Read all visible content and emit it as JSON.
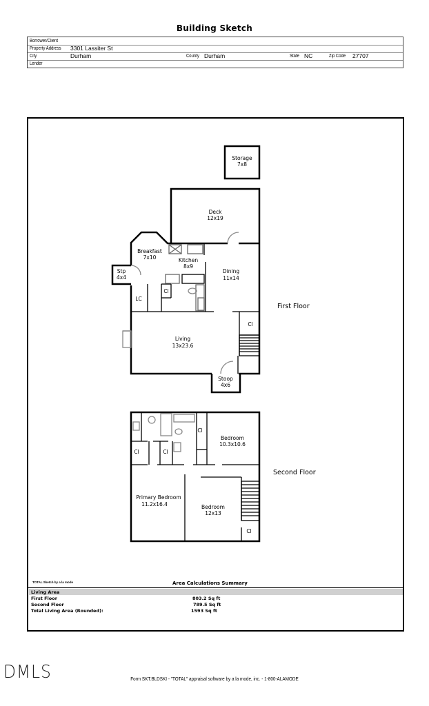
{
  "title": "Building Sketch",
  "header": {
    "borrower_label": "Borrower/Client",
    "borrower_value": "",
    "address_label": "Property Address",
    "address_value": "3301 Lassiter St",
    "city_label": "City",
    "city_value": "Durham",
    "county_label": "County",
    "county_value": "Durham",
    "state_label": "State",
    "state_value": "NC",
    "zip_label": "Zip Code",
    "zip_value": "27707",
    "lender_label": "Lender",
    "lender_value": ""
  },
  "floors": {
    "first_label": "First Floor",
    "second_label": "Second Floor"
  },
  "rooms": {
    "storage": {
      "name": "Storage",
      "size": "7x8"
    },
    "deck": {
      "name": "Deck",
      "size": "12x19"
    },
    "breakfast": {
      "name": "Breakfast",
      "size": "7x10"
    },
    "kitchen": {
      "name": "Kitchen",
      "size": "8x9"
    },
    "dining": {
      "name": "Dining",
      "size": "11x14"
    },
    "stp": {
      "name": "Stp",
      "size": "4x4"
    },
    "lc": {
      "name": "LC"
    },
    "cl_kitchen": {
      "name": "Cl"
    },
    "cl_stair1": {
      "name": "Cl"
    },
    "living": {
      "name": "Living",
      "size": "13x23.6"
    },
    "stoop": {
      "name": "Stoop",
      "size": "4x6"
    },
    "cl_up1": {
      "name": "Cl"
    },
    "cl_up2": {
      "name": "Cl"
    },
    "cl_up3": {
      "name": "Cl"
    },
    "bedroom1": {
      "name": "Bedroom",
      "size": "10.3x10.6"
    },
    "primary": {
      "name": "Primary Bedroom",
      "size": "11.2x16.4"
    },
    "bedroom2": {
      "name": "Bedroom",
      "size": "12x13"
    },
    "cl_up4": {
      "name": "Cl"
    }
  },
  "summary": {
    "software_note": "TOTAL Sketch by a la mode",
    "title": "Area Calculations Summary",
    "section": "Living Area",
    "rows": [
      {
        "label": "First Floor",
        "value": "803.2 Sq ft"
      },
      {
        "label": "Second Floor",
        "value": "789.5 Sq ft"
      },
      {
        "label": "Total Living Area (Rounded):",
        "value": "1593 Sq ft"
      }
    ]
  },
  "watermark": "DMLS",
  "footer": "Form SKT.BLDSKI - \"TOTAL\" appraisal software by a la mode, inc. - 1-800-ALAMODE"
}
